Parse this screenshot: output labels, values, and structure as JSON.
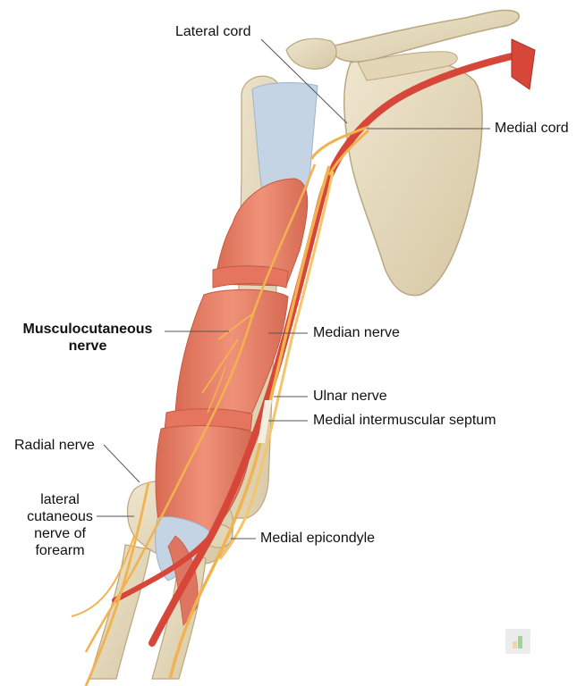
{
  "labels": {
    "lateral_cord": "Lateral cord",
    "medial_cord": "Medial cord",
    "musculocutaneous_line1": "Musculocutaneous",
    "musculocutaneous_line2": "nerve",
    "median_nerve": "Median nerve",
    "ulnar_nerve": "Ulnar nerve",
    "medial_intermuscular_septum": "Medial intermuscular septum",
    "radial_nerve": "Radial nerve",
    "lcnf_line1": "lateral",
    "lcnf_line2": "cutaneous",
    "lcnf_line3": "nerve of",
    "lcnf_line4": "forearm",
    "medial_epicondyle": "Medial epicondyle"
  },
  "colors": {
    "bone": "#e7dcc1",
    "bone_shadow": "#c9b894",
    "muscle": "#e9836b",
    "muscle_dark": "#d2644d",
    "tendon": "#b7c9dc",
    "nerve": "#f2b24f",
    "artery": "#d6473a",
    "leader": "#555555"
  }
}
